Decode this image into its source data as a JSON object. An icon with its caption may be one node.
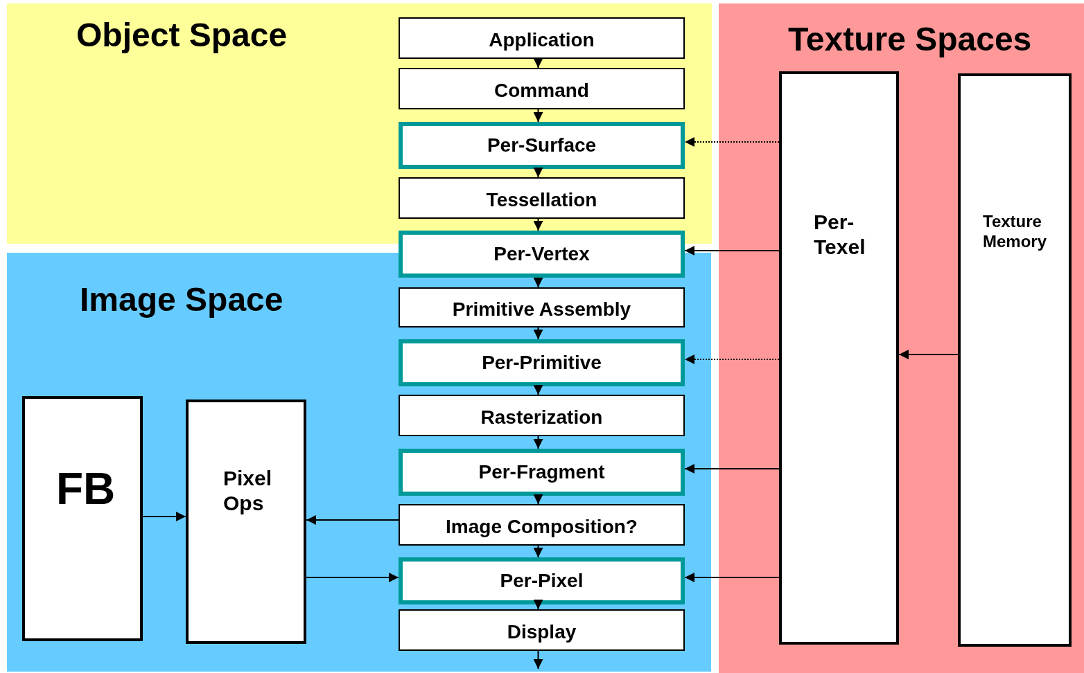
{
  "diagram": {
    "nodes": [
      {
        "text": [
          "Object Space"
        ]
      },
      {
        "text": [
          "Application"
        ],
        "in": 0
      },
      {
        "text": [
          "Command"
        ],
        "in": 0
      },
      {
        "text": [
          "Per-Surface"
        ],
        "in": 0
      },
      {
        "text": [
          "Tessellation"
        ],
        "in": 0
      },
      {
        "text": [
          "Per-Vertex"
        ]
      },
      {
        "text": [
          "Image Space"
        ]
      },
      {
        "text": [
          "Primitive Assembly"
        ],
        "in": 6
      },
      {
        "text": [
          "Per-Primitive"
        ],
        "in": 6
      },
      {
        "text": [
          "Rasterization"
        ],
        "in": 6
      },
      {
        "text": [
          "Per-Fragment"
        ],
        "in": 6
      },
      {
        "text": [
          "Image Composition?"
        ],
        "in": 6
      },
      {
        "text": [
          "Per-Pixel"
        ],
        "in": 6
      },
      {
        "text": [
          "Display"
        ],
        "in": 6
      },
      {
        "text": [
          "FB"
        ],
        "in": 6
      },
      {
        "text": [
          "Pixel Ops"
        ],
        "in": 6
      },
      {
        "text": [
          "Texture Spaces"
        ]
      },
      {
        "text": [
          "Per- Texel"
        ],
        "in": 16
      },
      {
        "text": [
          "Texture Memory"
        ],
        "in": 16
      }
    ],
    "edges": [
      {
        "from": 1,
        "to": 2,
        "arrow": "to"
      },
      {
        "from": 2,
        "to": 3,
        "arrow": "to"
      },
      {
        "from": 3,
        "to": 4,
        "arrow": "to"
      },
      {
        "from": 4,
        "to": 5,
        "arrow": "to"
      },
      {
        "from": 5,
        "to": 7,
        "arrow": "to"
      },
      {
        "from": 7,
        "to": 8,
        "arrow": "to"
      },
      {
        "from": 8,
        "to": 9,
        "arrow": "to"
      },
      {
        "from": 9,
        "to": 10,
        "arrow": "to"
      },
      {
        "from": 10,
        "to": 11,
        "arrow": "to"
      },
      {
        "from": 11,
        "to": 12,
        "arrow": "to"
      },
      {
        "from": 12,
        "to": 13,
        "arrow": "to"
      },
      {
        "from": 13,
        "to": null,
        "arrow": "to"
      },
      {
        "from": 17,
        "to": 3,
        "arrow": "to",
        "style": "dashed"
      },
      {
        "from": 17,
        "to": 5,
        "arrow": "to"
      },
      {
        "from": 17,
        "to": 8,
        "arrow": "to",
        "style": "dashed"
      },
      {
        "from": 17,
        "to": 10,
        "arrow": "to"
      },
      {
        "from": 17,
        "to": 12,
        "arrow": "to"
      },
      {
        "from": 18,
        "to": 17,
        "arrow": "to"
      },
      {
        "from": 14,
        "to": 15,
        "arrow": "to"
      },
      {
        "from": 11,
        "to": 15,
        "arrow": "to"
      },
      {
        "from": 15,
        "to": 12,
        "arrow": "to"
      }
    ]
  }
}
